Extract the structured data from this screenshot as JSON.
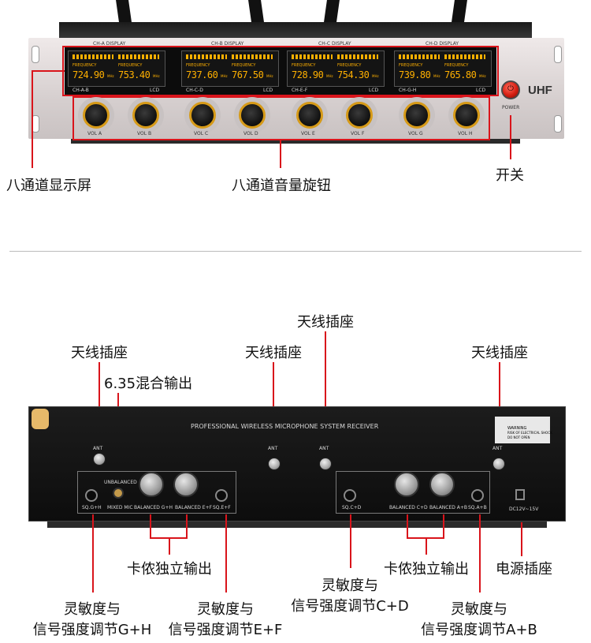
{
  "front_panel": {
    "display_titles": [
      "CH-A DISPLAY",
      "CH-B DISPLAY",
      "CH-C DISPLAY",
      "CH-D DISPLAY"
    ],
    "lcd_header": "FREQUENCY",
    "lcd_unit": "MHz",
    "frequencies": [
      "724.90",
      "753.40",
      "737.60",
      "767.50",
      "728.90",
      "754.30",
      "739.80",
      "765.80"
    ],
    "display_bottom_labels": [
      [
        "CH-A-B",
        "LCD"
      ],
      [
        "CH-C-D",
        "LCD"
      ],
      [
        "CH-E-F",
        "LCD"
      ],
      [
        "CH-G-H",
        "LCD"
      ]
    ],
    "knob_labels": [
      "VOL A",
      "VOL B",
      "VOL C",
      "VOL D",
      "VOL E",
      "VOL F",
      "VOL G",
      "VOL H"
    ],
    "brand": "UHF",
    "power_label": "POWER",
    "accent_color": "#ffb000",
    "knob_ring_color": "#d69a18"
  },
  "front_captions": {
    "display": "八通道显示屏",
    "volume": "八通道音量旋钮",
    "power": "开关"
  },
  "rear_panel": {
    "title": "PROFESSIONAL   WIRELESS   MICROPHONE   SYSTEM   RECEIVER",
    "ant_label": "ANT",
    "unbalanced_label": "UNBALANCED",
    "mixed_mic_label": "MIXED MIC",
    "balanced_labels": [
      "BALANCED G+H",
      "BALANCED E+F",
      "BALANCED C+D",
      "BALANCED A+B"
    ],
    "sq_labels": [
      "SQ.G+H",
      "SQ.E+F",
      "SQ.C+D",
      "SQ.A+B"
    ],
    "dc_label": "DC12V~15V",
    "warning_title": "WARNING",
    "warning_lines": [
      "RISK OF ELECTRICAL SHOCK",
      "DO NOT OPEN"
    ]
  },
  "rear_captions": {
    "ant_left": "天线插座",
    "ant_middle_left": "天线插座",
    "ant_middle_right": "天线插座",
    "ant_right": "天线插座",
    "mix_out": "6.35混合输出",
    "xlr_left": "卡侬独立输出",
    "xlr_right": "卡侬独立输出",
    "power_socket": "电源插座",
    "sq_gh_line1": "灵敏度与",
    "sq_gh_line2": "信号强度调节G+H",
    "sq_ef_line1": "灵敏度与",
    "sq_ef_line2": "信号强度调节E+F",
    "sq_cd_line1": "灵敏度与",
    "sq_cd_line2": "信号强度调节C+D",
    "sq_ab_line1": "灵敏度与",
    "sq_ab_line2": "信号强度调节A+B"
  }
}
